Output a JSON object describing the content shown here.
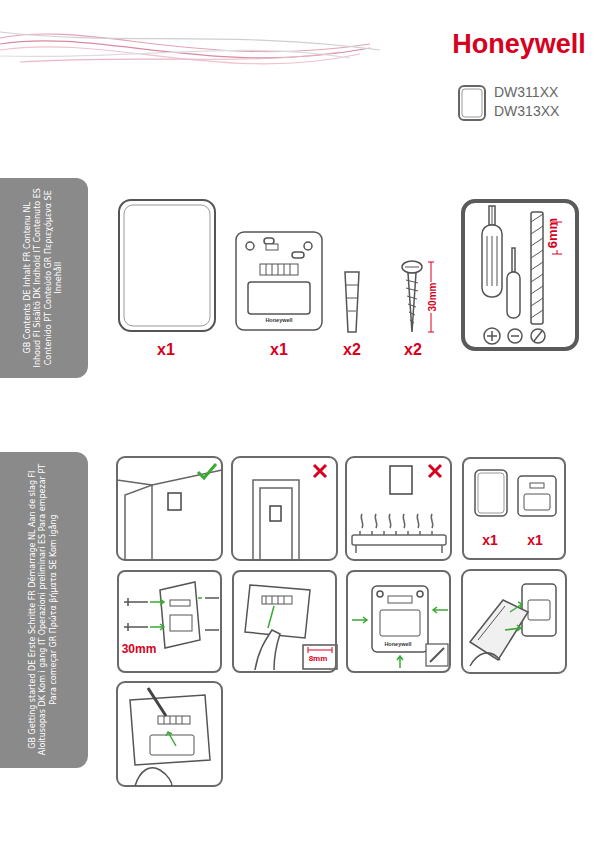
{
  "diagram": {
    "nodes": [
      {
        "text": [
          "GB Contents DE Inhalt FR Contenu NL Inhoud FI Sisältö DK Indhold IT Contenuto ES Contenido PT Conteúdo GR Περιεχόμενα SE Innehåll"
        ]
      },
      {
        "text": [
          "6mm"
        ]
      },
      {
        "text": [
          "GB Getting started DE Erste Schritte FR Démarrage NL Aan de slag FI Aloitusopas DK Kom i gang IT Operazioni preliminari ES Para empezar PT Para começar GR Πρώτα βήματα SE Kom igång"
        ]
      },
      {
        "text": [
          "x1",
          "x1"
        ]
      },
      {
        "text": [
          "30mm"
        ]
      },
      {
        "text": [
          "8mm"
        ]
      },
      {
        "text": [
          "Honeywell"
        ]
      }
    ],
    "labels": [
      "Honeywell",
      "DW311XX",
      "DW313XX",
      "x1",
      "x1",
      "x2",
      "x2",
      "30mm",
      "Honeywell"
    ]
  }
}
